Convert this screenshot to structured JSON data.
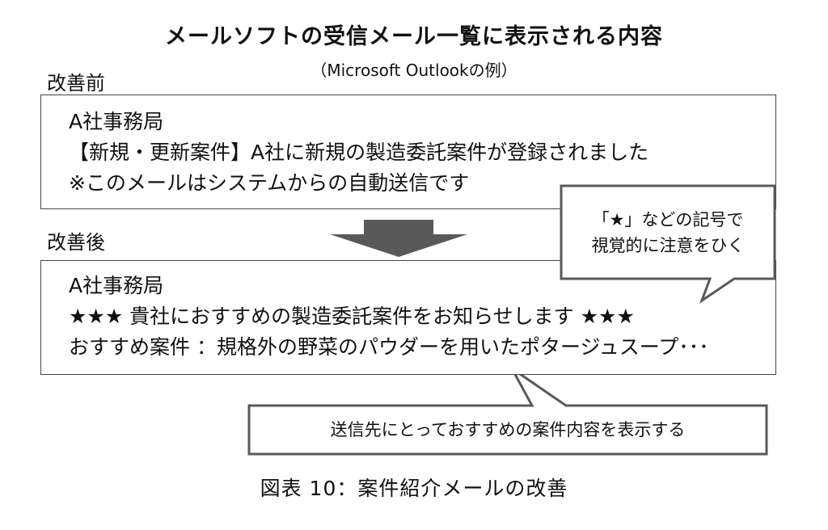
{
  "title": "メールソフトの受信メール一覧に表示される内容",
  "subtitle": "（Microsoft Outlookの例）",
  "before": {
    "label": "改善前",
    "lines": [
      "A社事務局",
      "【新規・更新案件】A社に新規の製造委託案件が登録されました",
      "※このメールはシステムからの自動送信です"
    ]
  },
  "after": {
    "label": "改善後",
    "lines": [
      "A社事務局",
      "★★★ 貴社におすすめの製造委託案件をお知らせします ★★★",
      "おすすめ案件 ：規格外の野菜のパウダーを用いたポタージュスープ･･･"
    ]
  },
  "callouts": {
    "symbol_lines": [
      "「★」などの記号で",
      "視覚的に注意をひく"
    ],
    "content": "送信先にとっておすすめの案件内容を表示する"
  },
  "caption": "図表 10：案件紹介メールの改善",
  "colors": {
    "arrow": "#595959",
    "callout_border": "#595959",
    "box_border": "#444444"
  }
}
